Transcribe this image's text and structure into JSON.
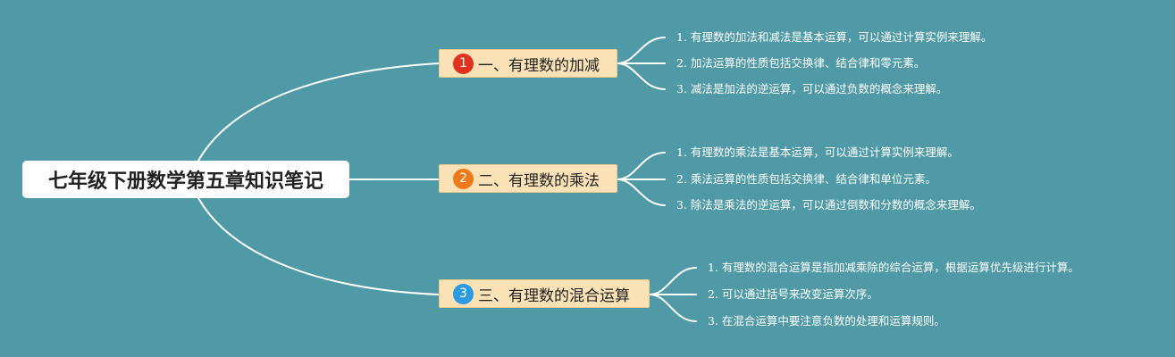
{
  "root": {
    "label": "七年级下册数学第五章知识笔记"
  },
  "colors": {
    "background": "#4f9aa6",
    "lines": "#ffffff",
    "topic_fill": "#fbe2b6"
  },
  "topics": [
    {
      "number": "1",
      "badge_color": "#e0321c",
      "label": "一、有理数的加减",
      "points": [
        "1. 有理数的加法和减法是基本运算，可以通过计算实例来理解。",
        "2. 加法运算的性质包括交换律、结合律和零元素。",
        "3. 减法是加法的逆运算，可以通过负数的概念来理解。"
      ]
    },
    {
      "number": "2",
      "badge_color": "#ee7a1b",
      "label": "二、有理数的乘法",
      "points": [
        "1. 有理数的乘法是基本运算，可以通过计算实例来理解。",
        "2. 乘法运算的性质包括交换律、结合律和单位元素。",
        "3. 除法是乘法的逆运算，可以通过倒数和分数的概念来理解。"
      ]
    },
    {
      "number": "3",
      "badge_color": "#2b9ae0",
      "label": "三、有理数的混合运算",
      "points": [
        "1. 有理数的混合运算是指加减乘除的综合运算，根据运算优先级进行计算。",
        "2. 可以通过括号来改变运算次序。",
        "3. 在混合运算中要注意负数的处理和运算规则。"
      ]
    }
  ]
}
